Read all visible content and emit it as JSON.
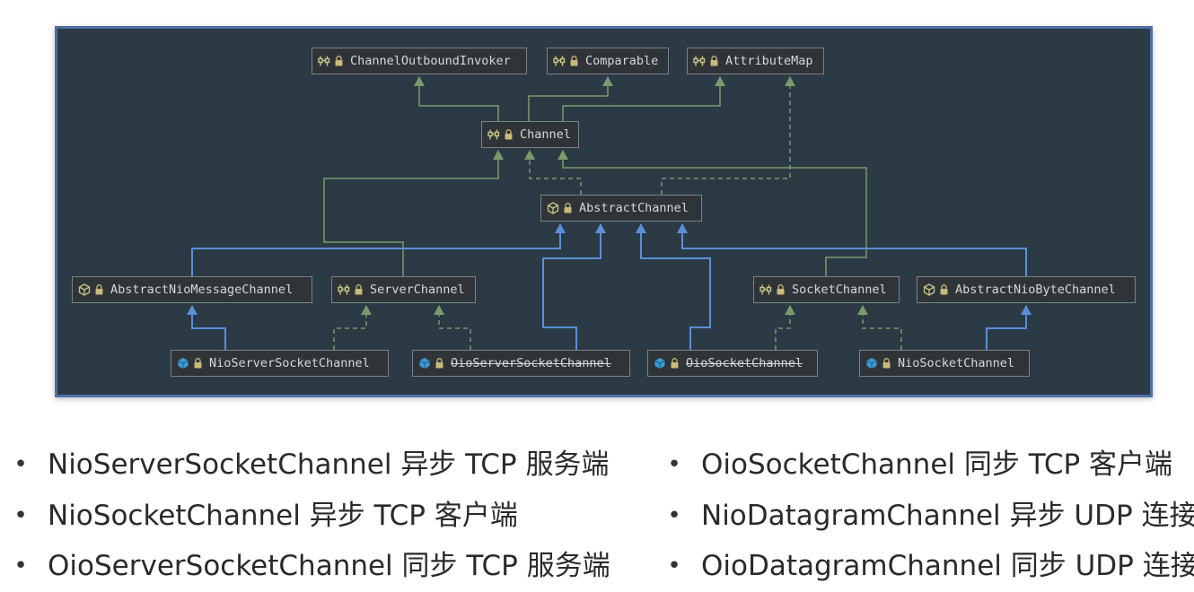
{
  "diagram": {
    "nodes": [
      {
        "id": "channel-outbound-invoker",
        "label": "ChannelOutboundInvoker",
        "kind": "interface",
        "deprecated": false
      },
      {
        "id": "comparable",
        "label": "Comparable",
        "kind": "interface",
        "deprecated": false
      },
      {
        "id": "attribute-map",
        "label": "AttributeMap",
        "kind": "interface",
        "deprecated": false
      },
      {
        "id": "channel",
        "label": "Channel",
        "kind": "interface",
        "deprecated": false
      },
      {
        "id": "abstract-channel",
        "label": "AbstractChannel",
        "kind": "abstract-class",
        "deprecated": false
      },
      {
        "id": "abstract-nio-message-channel",
        "label": "AbstractNioMessageChannel",
        "kind": "abstract-class",
        "deprecated": false
      },
      {
        "id": "server-channel",
        "label": "ServerChannel",
        "kind": "interface",
        "deprecated": false
      },
      {
        "id": "socket-channel",
        "label": "SocketChannel",
        "kind": "interface",
        "deprecated": false
      },
      {
        "id": "abstract-nio-byte-channel",
        "label": "AbstractNioByteChannel",
        "kind": "abstract-class",
        "deprecated": false
      },
      {
        "id": "nio-server-socket-channel",
        "label": "NioServerSocketChannel",
        "kind": "class",
        "deprecated": false
      },
      {
        "id": "oio-server-socket-channel",
        "label": "OioServerSocketChannel",
        "kind": "class",
        "deprecated": true
      },
      {
        "id": "oio-socket-channel",
        "label": "OioSocketChannel",
        "kind": "class",
        "deprecated": true
      },
      {
        "id": "nio-socket-channel",
        "label": "NioSocketChannel",
        "kind": "class",
        "deprecated": false
      }
    ],
    "colors": {
      "background": "#2b3a45",
      "border": "#4f6ea6",
      "extends_edge": "#5b8fd9",
      "implements_edge": "#7c9a6b",
      "node_bg": "#2f3438",
      "node_text": "#d6d8d9",
      "interface_icon": "#c7c78a",
      "class_icon": "#3d9ad6",
      "lock_icon": "#c9b97a"
    }
  },
  "bullets_left": [
    "NioServerSocketChannel 异步 TCP 服务端",
    "NioSocketChannel 异步 TCP 客户端",
    "OioServerSocketChannel 同步 TCP 服务端"
  ],
  "bullets_right": [
    "OioSocketChannel 同步 TCP 客户端",
    "NioDatagramChannel 异步 UDP 连接",
    "OioDatagramChannel 同步 UDP 连接"
  ],
  "bullet_glyph": "•"
}
